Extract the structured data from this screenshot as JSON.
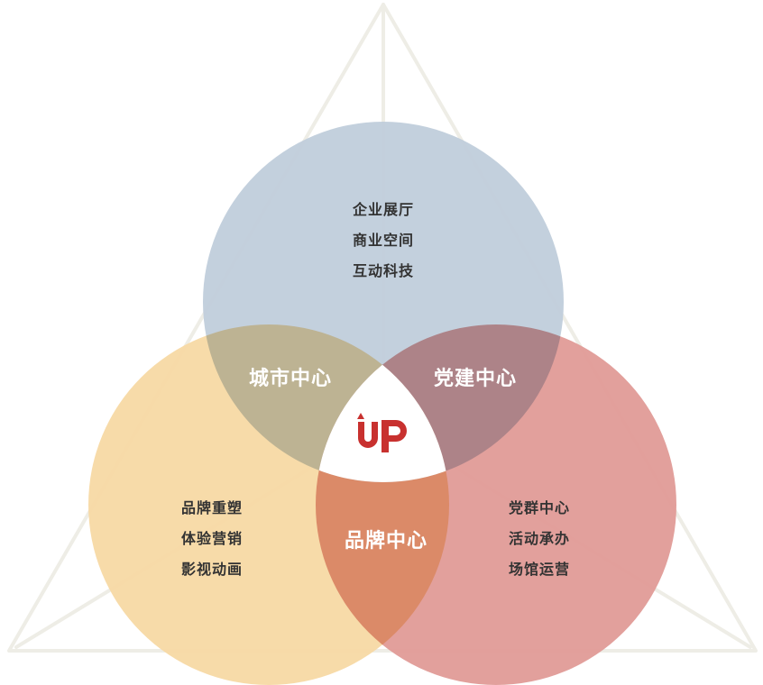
{
  "colors": {
    "top_circle": "#c0cedb",
    "left_circle": "#f7d9a5",
    "right_circle": "#e19b97",
    "triangle": "#eeede6",
    "logo": "#c8312f"
  },
  "logo": {
    "text": "iUP"
  },
  "circles": {
    "top": {
      "items": [
        "企业展厅",
        "商业空间",
        "互动科技"
      ]
    },
    "left": {
      "items": [
        "品牌重塑",
        "体验营销",
        "影视动画"
      ]
    },
    "right": {
      "items": [
        "党群中心",
        "活动承办",
        "场馆运营"
      ]
    }
  },
  "overlaps": {
    "top_left": "城市中心",
    "top_right": "党建中心",
    "left_right": "品牌中心"
  }
}
